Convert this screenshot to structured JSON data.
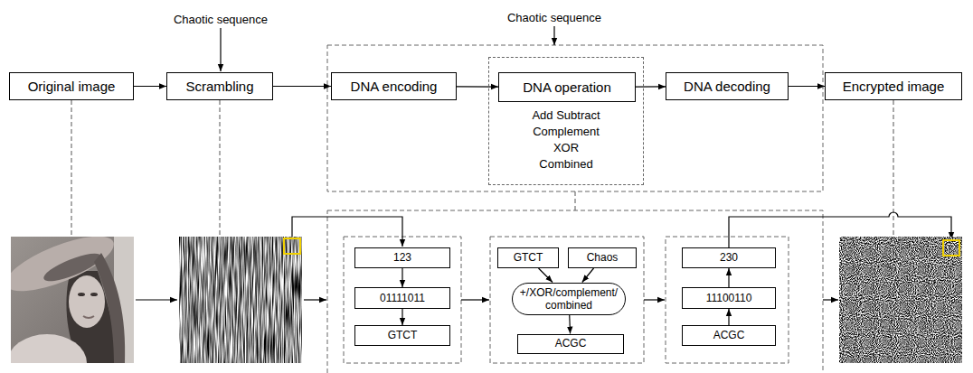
{
  "diagram": {
    "nodes": [
      {
        "text": [
          "Original image"
        ]
      },
      {
        "text": [
          "Scrambling"
        ]
      },
      {
        "text": [
          "DNA encoding"
        ]
      },
      {
        "text": [
          "Add Subtract Complement XOR Combined"
        ]
      },
      {
        "text": [
          "DNA operation"
        ],
        "in": 3
      },
      {
        "text": [
          "DNA decoding"
        ]
      },
      {
        "text": [
          "Encrypted image"
        ]
      },
      {
        "text": [
          "123"
        ]
      },
      {
        "text": [
          "01111011"
        ]
      },
      {
        "text": [
          "GTCT"
        ]
      },
      {
        "text": [
          "GTCT"
        ]
      },
      {
        "text": [
          "Chaos"
        ]
      },
      {
        "text": [
          "+/XOR/complement/ combined"
        ]
      },
      {
        "text": [
          "ACGC"
        ]
      },
      {
        "text": [
          "230"
        ]
      },
      {
        "text": [
          "11100110"
        ]
      },
      {
        "text": [
          "ACGC"
        ]
      }
    ],
    "edges": [
      {
        "from": 0,
        "to": 1,
        "arrow": "to"
      },
      {
        "from": 1,
        "to": 2,
        "arrow": "to"
      },
      {
        "from": 2,
        "to": 4,
        "arrow": "to"
      },
      {
        "from": 4,
        "to": 5,
        "arrow": "to"
      },
      {
        "from": 5,
        "to": 6,
        "arrow": "to"
      },
      {
        "from": 7,
        "to": 8,
        "arrow": "to"
      },
      {
        "from": 8,
        "to": 9,
        "arrow": "to"
      },
      {
        "from": 10,
        "to": 12,
        "arrow": "to"
      },
      {
        "from": 11,
        "to": 12,
        "arrow": "to"
      },
      {
        "from": 12,
        "to": 13,
        "arrow": "to"
      },
      {
        "from": 16,
        "to": 15,
        "arrow": "to"
      },
      {
        "from": 15,
        "to": 14,
        "arrow": "to"
      }
    ],
    "labels": [
      "Chaotic sequence",
      "Chaotic sequence"
    ]
  }
}
